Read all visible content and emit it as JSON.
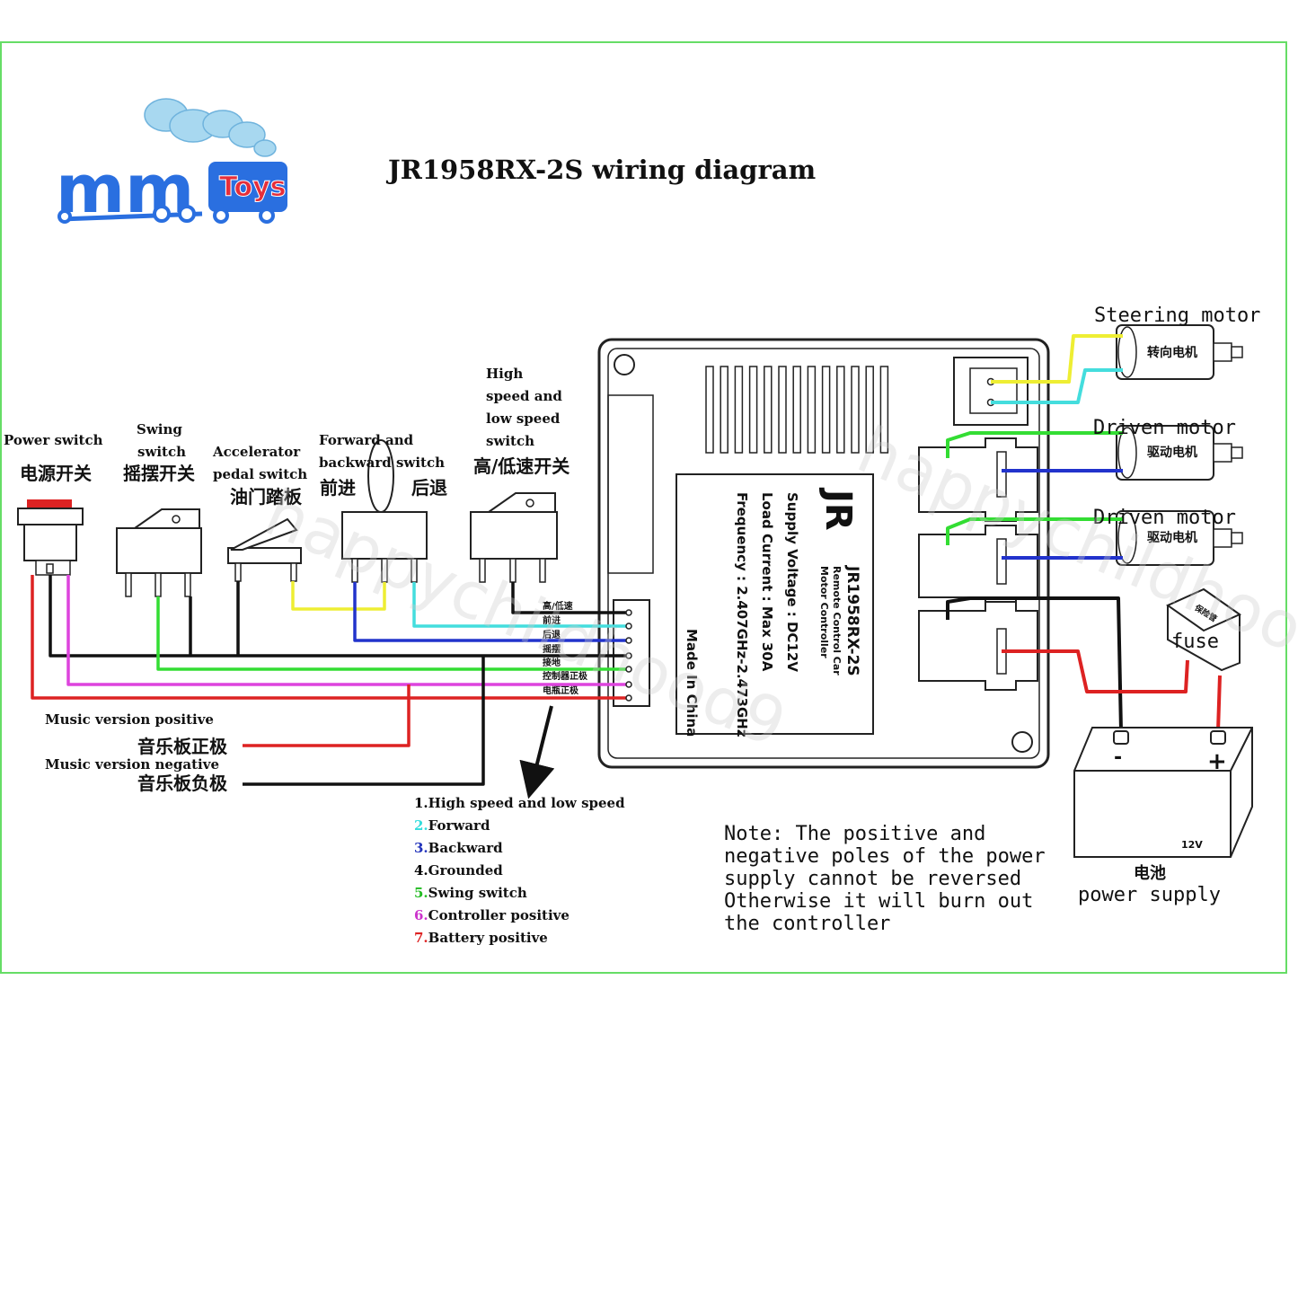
{
  "brand": {
    "logo_text_main": "mm",
    "logo_text_badge": "Toys"
  },
  "title": "JR1958RX-2S wiring diagram",
  "switches": {
    "power": {
      "en": "Power switch",
      "zh": "电源开关"
    },
    "swing": {
      "en_line1": "Swing",
      "en_line2": "switch",
      "zh": "摇摆开关"
    },
    "accelerator": {
      "en_line1": "Accelerator",
      "en_line2": "pedal switch",
      "zh": "油门踏板"
    },
    "forward_backward": {
      "en_line1": "Forward and",
      "en_line2": "backward switch",
      "zh_forward": "前进",
      "zh_backward": "后退"
    },
    "speed": {
      "en_line1": "High",
      "en_line2": "speed and",
      "en_line3": "low speed",
      "en_line4": "switch",
      "zh": "高/低速开关"
    }
  },
  "music": {
    "positive_en": "Music version positive",
    "positive_zh": "音乐板正极",
    "negative_en": "Music version negative",
    "negative_zh": "音乐板负极"
  },
  "connector_labels": [
    "高/低速",
    "前进",
    "后退",
    "摇摆",
    "接地",
    "控制器正极",
    "电瓶正极"
  ],
  "controller": {
    "logo": "JR",
    "model": "JR1958RX-2S",
    "sub1": "Remote Control Car",
    "sub2": "Motor Controller",
    "voltage": "Supply Voltage : DC12V",
    "current": "Load Current : Max 30A",
    "frequency": "Frequency : 2.407GHz-2.473GHz",
    "origin": "Made In China"
  },
  "motors": {
    "steering": {
      "label": "Steering motor",
      "zh": "转向电机"
    },
    "driven1": {
      "label": "Driven motor",
      "zh": "驱动电机"
    },
    "driven2": {
      "label": "Driven motor",
      "zh": "驱动电机"
    }
  },
  "fuse": {
    "label": "fuse",
    "zh": "保险管"
  },
  "battery": {
    "voltage": "12V",
    "zh": "电池",
    "en": "power supply",
    "minus": "-",
    "plus": "+"
  },
  "legend": [
    {
      "num": "1.",
      "text": "High speed and low speed",
      "color": "#000000"
    },
    {
      "num": "2.",
      "text": "Forward",
      "color": "#33dddd"
    },
    {
      "num": "3.",
      "text": "Backward",
      "color": "#2233bb"
    },
    {
      "num": "4.",
      "text": "Grounded",
      "color": "#000000"
    },
    {
      "num": "5.",
      "text": "Swing switch",
      "color": "#22bb22"
    },
    {
      "num": "6.",
      "text": "Controller positive",
      "color": "#cc33cc"
    },
    {
      "num": "7.",
      "text": "Battery positive",
      "color": "#dd2222"
    }
  ],
  "note": {
    "line1": "Note: The positive and",
    "line2": "negative poles of the power",
    "line3": "supply cannot be reversed",
    "line4": "Otherwise it will burn out",
    "line5": "the controller"
  },
  "watermark": "happychildhood9",
  "colors": {
    "frame": "#66dd66",
    "black_wire": "#111111",
    "red_wire": "#dd2222",
    "magenta_wire": "#dd44dd",
    "green_wire": "#33dd33",
    "blue_wire": "#2233cc",
    "cyan_wire": "#44dddd",
    "yellow_wire": "#eeee33",
    "logo_blue": "#2a6fe0",
    "logo_red": "#e62e3a"
  }
}
